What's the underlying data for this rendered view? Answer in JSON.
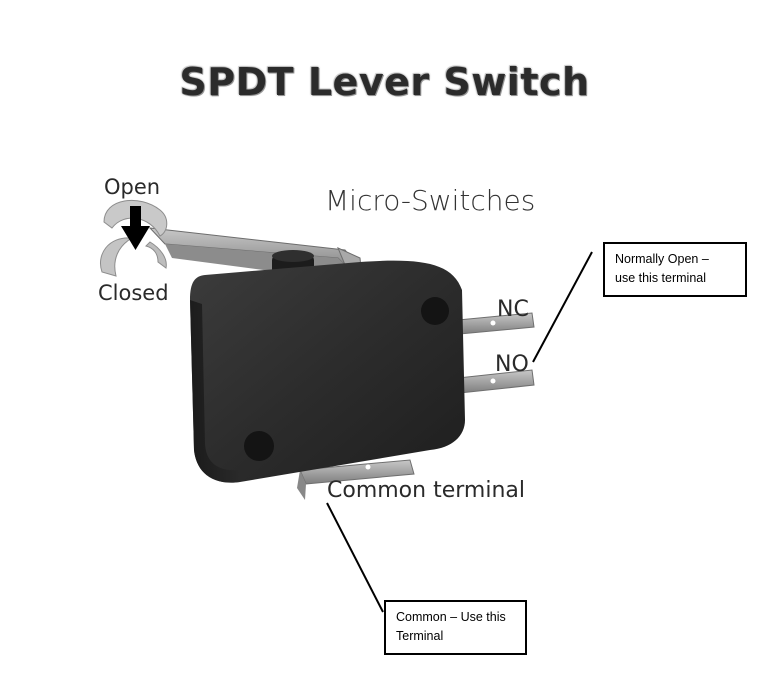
{
  "title": "SPDT Lever Switch",
  "subtitle": "Micro-Switches",
  "labels": {
    "open": "Open",
    "closed": "Closed",
    "nc": "NC",
    "no": "NO",
    "common": "Common terminal"
  },
  "callouts": {
    "normally_open_line1": "Normally Open –",
    "normally_open_line2": "use this terminal",
    "common_line1": "Common – Use this",
    "common_line2": "Terminal"
  },
  "colors": {
    "switch_body": "#2e2e2e",
    "terminal_metal": "#9a9a9a",
    "arrow": "#000000"
  }
}
